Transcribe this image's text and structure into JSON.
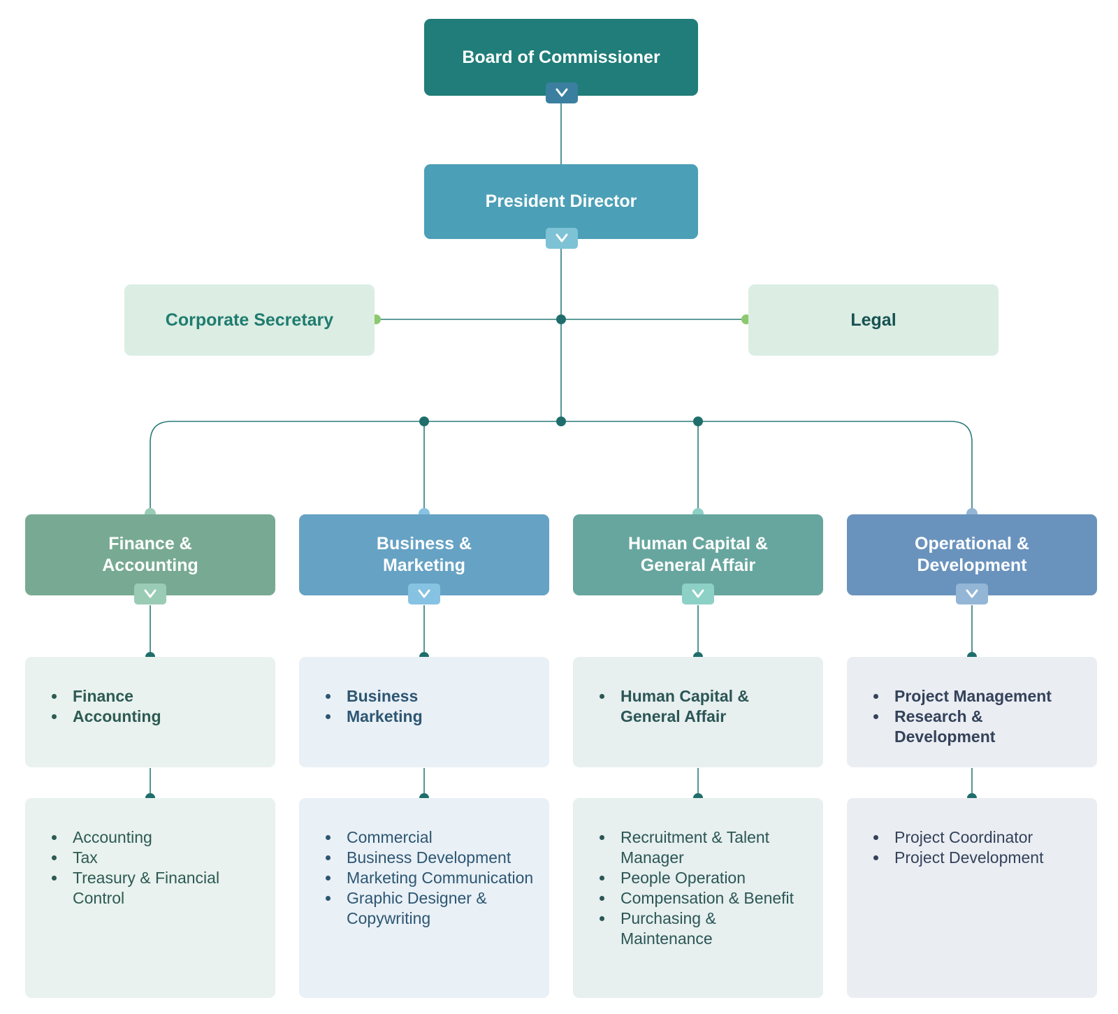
{
  "colors": {
    "line": "#2a7b78",
    "dot": "#1f6e6b",
    "side_dot": "#8cc86e",
    "board": "#207d79",
    "board_toggle": "#3a7f9f",
    "president": "#4b9fb6",
    "president_toggle": "#7ec2d5",
    "side_box": "#dcede3",
    "corp_text": "#1f7c6f",
    "legal_text": "#155251"
  },
  "top": {
    "board": {
      "label": "Board of Commissioner"
    },
    "president": {
      "label": "President Director"
    }
  },
  "side": {
    "corporate_secretary": {
      "label": "Corporate Secretary"
    },
    "legal": {
      "label": "Legal"
    }
  },
  "departments": [
    {
      "name": "Finance & Accounting",
      "color": "#78aa93",
      "toggle_color": "#9acbb5",
      "panel_color": "#e9f2ee",
      "text_color": "#2d5a53",
      "units": [
        "Finance",
        "Accounting"
      ],
      "roles": [
        "Accounting",
        "Tax",
        "Treasury & Financial Control"
      ]
    },
    {
      "name": "Business & Marketing",
      "color": "#66a2c4",
      "toggle_color": "#86c2e2",
      "panel_color": "#e9f0f6",
      "text_color": "#2d5672",
      "units": [
        "Business",
        "Marketing"
      ],
      "roles": [
        "Commercial",
        "Business Development",
        "Marketing Communication",
        "Graphic Designer & Copywriting"
      ]
    },
    {
      "name": "Human Capital & General Affair",
      "color": "#67a69e",
      "toggle_color": "#8cd0c6",
      "panel_color": "#e7efef",
      "text_color": "#2b5655",
      "units": [
        "Human Capital & General Affair"
      ],
      "roles": [
        "Recruitment & Talent Manager",
        "People Operation",
        "Compensation & Benefit",
        "Purchasing & Maintenance"
      ]
    },
    {
      "name": "Operational & Development",
      "color": "#6993bd",
      "toggle_color": "#93b6d6",
      "panel_color": "#eaedf2",
      "text_color": "#34425a",
      "units": [
        "Project Management",
        "Research & Development"
      ],
      "roles": [
        "Project Coordinator",
        "Project Development"
      ]
    }
  ]
}
